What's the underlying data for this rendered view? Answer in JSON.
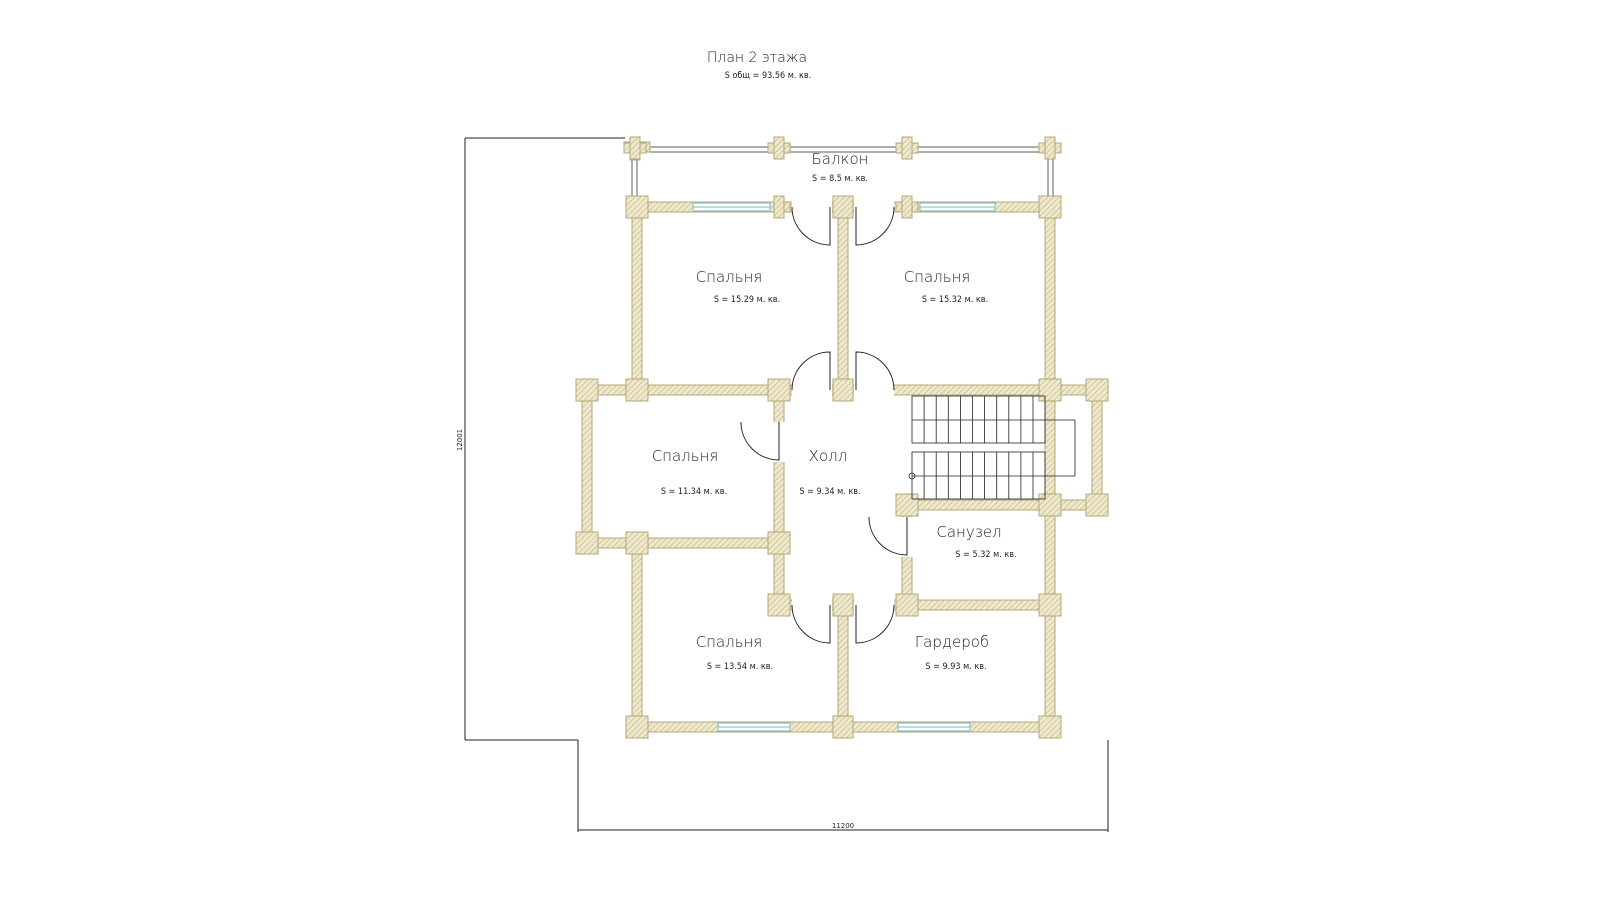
{
  "title": "План 2 этажа",
  "total_area": "S общ  =  93.56 м. кв.",
  "rooms": [
    {
      "name": "Балкон",
      "area": "S  =  8.5 м. кв."
    },
    {
      "name": "Спальня",
      "area": "S  =  15.29 м. кв."
    },
    {
      "name": "Спальня",
      "area": "S  =  15.32 м. кв."
    },
    {
      "name": "Спальня",
      "area": "S  =  11.34 м. кв."
    },
    {
      "name": "Холл",
      "area": "S  =  9.34 м. кв."
    },
    {
      "name": "Санузел",
      "area": "S  =  5.32 м. кв."
    },
    {
      "name": "Спальня",
      "area": "S  =  13.54 м. кв."
    },
    {
      "name": "Гардероб",
      "area": "S  =  9.93 м. кв."
    }
  ],
  "dimensions": {
    "height": "12001",
    "width": "11200"
  },
  "colors": {
    "wall_fill": "#ece5c8",
    "wall_hatch": "#b3a877",
    "window": "#7fb7c4"
  }
}
